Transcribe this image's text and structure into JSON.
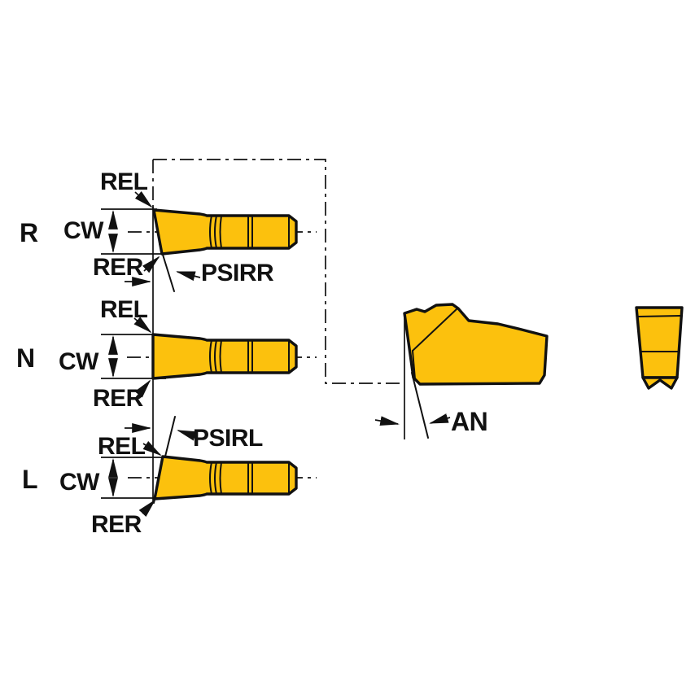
{
  "diagram": {
    "type": "technical-drawing",
    "subject": "parting-grooving insert styles R / N / L with side and front views",
    "insert_color": "#fcc10d",
    "line_color": "#111111",
    "background": "#ffffff",
    "rows": [
      {
        "letter": "R",
        "rel_label": "REL",
        "cw_label": "CW",
        "rer_label": "RER",
        "angle_label": "PSIRR"
      },
      {
        "letter": "N",
        "rel_label": "REL",
        "cw_label": "CW",
        "rer_label": "RER"
      },
      {
        "letter": "L",
        "rel_label": "REL",
        "cw_label": "CW",
        "rer_label": "RER",
        "angle_label": "PSIRL"
      }
    ],
    "side_view": {
      "angle_label": "AN"
    }
  }
}
